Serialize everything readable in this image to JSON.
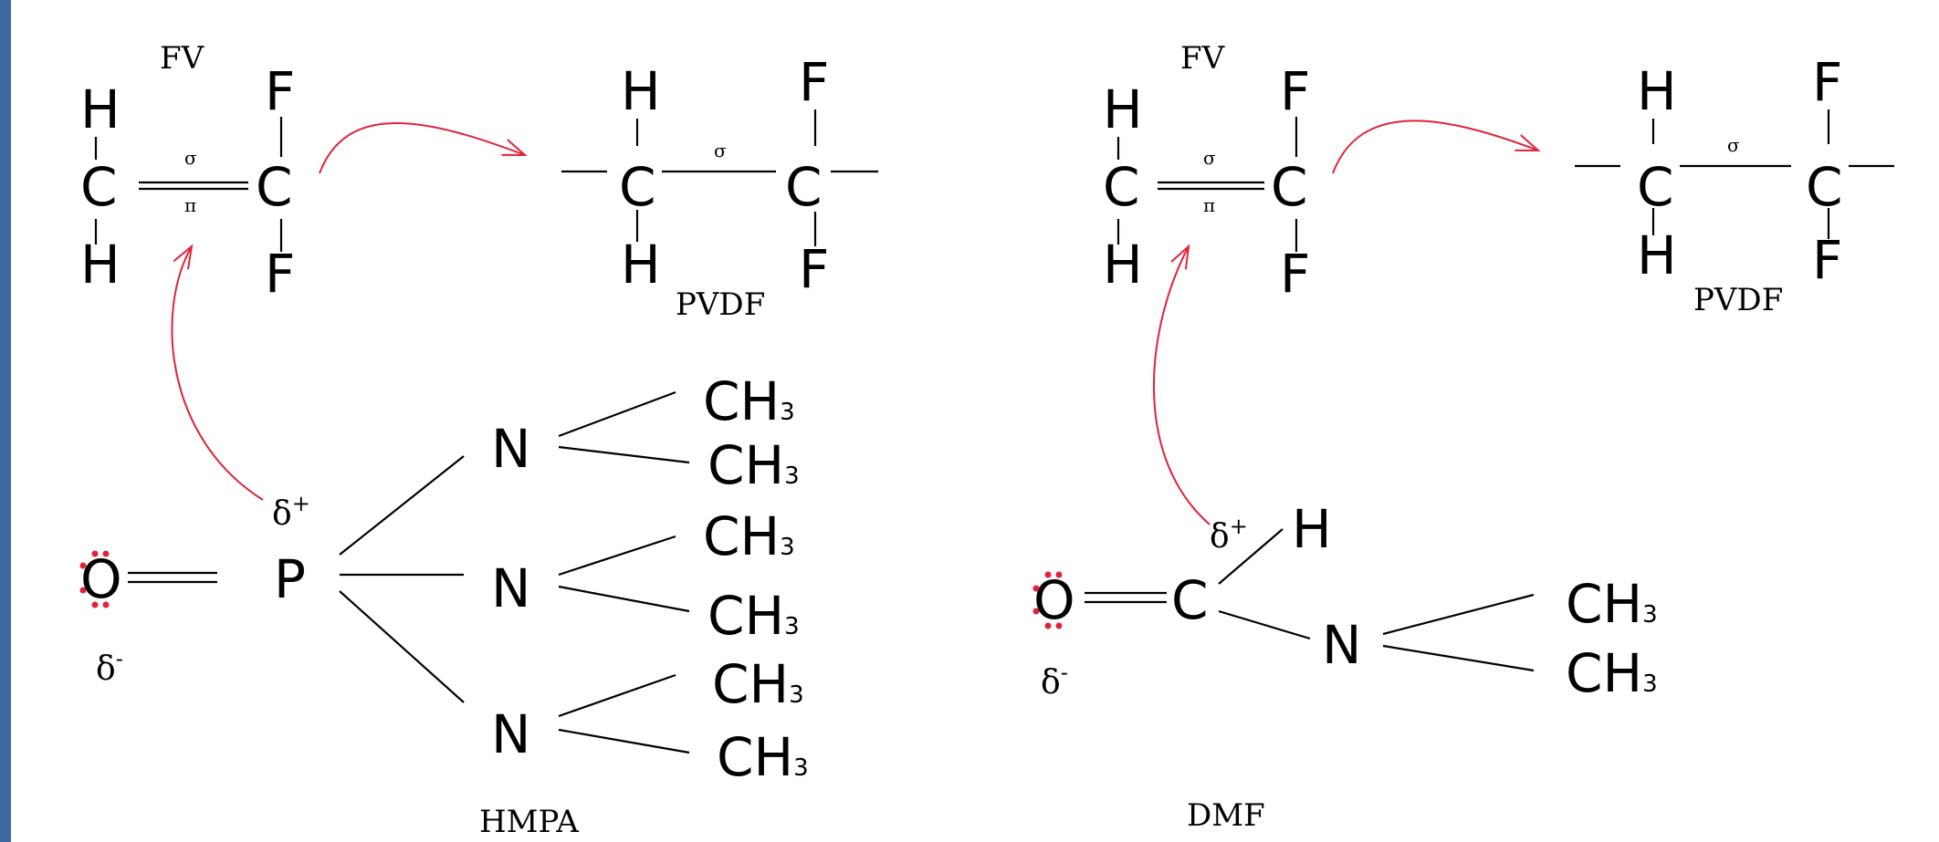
{
  "left": {
    "monomer_label": "FV",
    "polymer_label": "PVDF",
    "solvent_label": "HMPA",
    "atoms": {
      "h": "H",
      "c": "C",
      "f": "F",
      "o": "O",
      "p": "P",
      "n": "N",
      "ch": "CH",
      "sub3": "3"
    },
    "bonds": {
      "sigma": "σ",
      "pi": "π"
    },
    "charges": {
      "delta": "δ",
      "plus": "+",
      "minus": "-"
    }
  },
  "right": {
    "monomer_label": "FV",
    "polymer_label": "PVDF",
    "solvent_label": "DMF",
    "atoms": {
      "h": "H",
      "c": "C",
      "f": "F",
      "o": "O",
      "n": "N",
      "ch": "CH",
      "sub3": "3"
    },
    "bonds": {
      "sigma": "σ",
      "pi": "π"
    },
    "charges": {
      "delta": "δ",
      "plus": "+",
      "minus": "-"
    }
  },
  "colors": {
    "arrow": "#e0233a",
    "frame": "#3b6aa0"
  }
}
